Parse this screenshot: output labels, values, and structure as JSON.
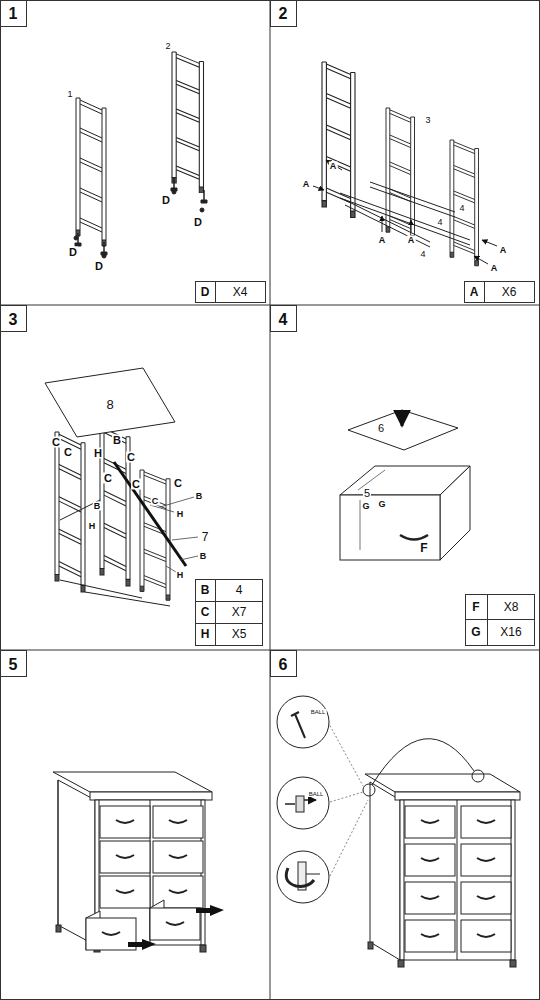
{
  "diagram": {
    "labels": [
      "1",
      "1",
      "2",
      "D",
      "D",
      "D",
      "D",
      "D",
      "X4",
      "2",
      "A",
      "3",
      "A",
      "4",
      "4",
      "4",
      "A",
      "A",
      "A",
      "A",
      "A",
      "X6",
      "3",
      "8",
      "C",
      "C",
      "B",
      "C",
      "H",
      "C",
      "C",
      "C",
      "B",
      "C",
      "H",
      "B",
      "H",
      "7",
      "B",
      "H",
      "B",
      "4",
      "C",
      "X7",
      "H",
      "X5",
      "4",
      "6",
      "5",
      "G",
      "G",
      "F",
      "F",
      "X8",
      "G",
      "X16",
      "5",
      "6",
      "BALL",
      "BALL"
    ]
  }
}
